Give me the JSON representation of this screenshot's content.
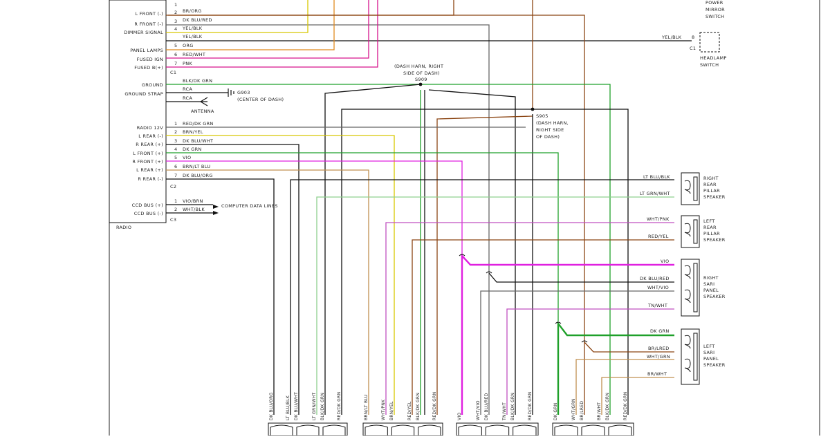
{
  "radio": {
    "label": "RADIO",
    "connector_c1": "C1",
    "connector_c2": "C2",
    "connector_c3": "C3",
    "c1_pins": [
      {
        "num": "1",
        "func": "",
        "wire": ""
      },
      {
        "num": "2",
        "func": "L FRONT (-)",
        "wire": "BR/ORG"
      },
      {
        "num": "3",
        "func": "R FRONT (-)",
        "wire": "DK BLU/RED"
      },
      {
        "num": "4",
        "func": "DIMMER SIGNAL",
        "wire": "YEL/BLK"
      },
      {
        "num": "",
        "func": "",
        "wire": "YEL/BLK"
      },
      {
        "num": "5",
        "func": "PANEL LAMPS",
        "wire": "ORG"
      },
      {
        "num": "6",
        "func": "FUSED IGN",
        "wire": "RED/WHT"
      },
      {
        "num": "7",
        "func": "FUSED B(+)",
        "wire": "PNK"
      }
    ],
    "ground_pins": [
      {
        "func": "GROUND",
        "wire": "BLK/DK GRN"
      },
      {
        "func": "GROUND STRAP",
        "wire": "RCA"
      },
      {
        "func": "",
        "wire": "RCA"
      }
    ],
    "antenna_label": "ANTENNA",
    "g903_label": "G903",
    "g903_note": "(CENTER OF DASH)",
    "c2_pins": [
      {
        "num": "1",
        "func": "RADIO 12V",
        "wire": "RED/DK GRN"
      },
      {
        "num": "2",
        "func": "L REAR (-)",
        "wire": "BRN/YEL"
      },
      {
        "num": "3",
        "func": "R REAR (+)",
        "wire": "DK BLU/WHT"
      },
      {
        "num": "4",
        "func": "L FRONT (+)",
        "wire": "DK GRN"
      },
      {
        "num": "5",
        "func": "R FRONT (+)",
        "wire": "VIO"
      },
      {
        "num": "6",
        "func": "L REAR (+)",
        "wire": "BRN/LT BLU"
      },
      {
        "num": "7",
        "func": "R REAR (-)",
        "wire": "DK BLU/ORG"
      }
    ],
    "c3_pins": [
      {
        "num": "1",
        "func": "CCD BUS (+)",
        "wire": "VIO/BRN"
      },
      {
        "num": "2",
        "func": "CCD BUS (-)",
        "wire": "WHT/BLK"
      }
    ],
    "computer_label": "COMPUTER DATA LINES"
  },
  "splices": {
    "s909": "(DASH HARN, RIGHT SIDE OF DASH) S909",
    "s909_lines": [
      "(DASH HARN, RIGHT",
      "SIDE OF DASH)",
      "S909"
    ],
    "s905_lines": [
      "S905",
      "(DASH HARN,",
      "RIGHT SIDE",
      "OF DASH)"
    ]
  },
  "top_right": {
    "mirror_lines": [
      "POWER",
      "MIRROR",
      "SWITCH"
    ],
    "headlamp_wire": "YEL/BLK",
    "headlamp_pin": "8",
    "headlamp_conn": "C1",
    "headlamp_lines": [
      "HEADLAMP",
      "SWITCH"
    ]
  },
  "speakers": [
    {
      "name_lines": [
        "RIGHT",
        "REAR",
        "PILLAR",
        "SPEAKER"
      ],
      "wires": [
        "LT BLU/BLK",
        "LT GRN/WHT"
      ]
    },
    {
      "name_lines": [
        "LEFT",
        "REAR",
        "PILLAR",
        "SPEAKER"
      ],
      "wires": [
        "WHT/PNK",
        "RED/YEL"
      ]
    },
    {
      "name_lines": [
        "RIGHT",
        "SARI",
        "PANEL",
        "SPEAKER"
      ],
      "wires": [
        "VIO",
        "DK BLU/RED",
        "WHT/VIO",
        "TN/WHT"
      ]
    },
    {
      "name_lines": [
        "LEFT",
        "SARI",
        "PANEL",
        "SPEAKER"
      ],
      "wires": [
        "DK GRN",
        "BR/LRED",
        "WHT/GRN",
        "BR/WHT"
      ]
    }
  ],
  "bottom_connectors": [
    [
      "DK BLU/ORG",
      "LT BLU/BLK",
      "DK BLU/WHT",
      "LT GRN/WHT",
      "BLK/DK GRN",
      "RED/DK GRN"
    ],
    [
      "BRN/LT BLU",
      "WHT/PNK",
      "BRN/YEL",
      "RED/YEL",
      "BLK/DK GRN",
      "RED/DK GRN"
    ],
    [
      "VIO",
      "WHT/VIO",
      "DK BLU/RED",
      "TN/WHT",
      "BLK/DK GRN",
      "RED/DK GRN"
    ],
    [
      "DK GRN",
      "WHT/GRN",
      "BR/LRED",
      "BR/WHT",
      "BLK/DK GRN",
      "RED/DK GRN"
    ]
  ],
  "colors": {
    "brown": "#8b4513",
    "orange": "#e08a1e",
    "yellow": "#d8c800",
    "pink": "#d6138c",
    "magenta": "#e020e0",
    "green": "#1fa02a",
    "light_green": "#8fd08f",
    "black": "#111111",
    "gray": "#666666",
    "violet": "#c050c0",
    "light_brown": "#c09050"
  }
}
